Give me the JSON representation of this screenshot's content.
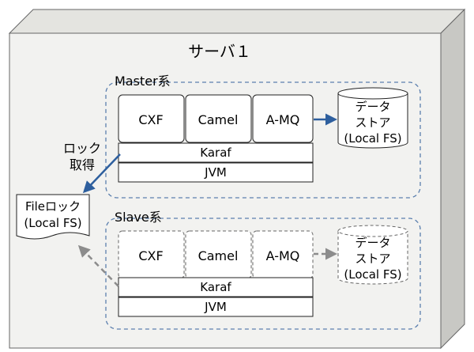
{
  "server": {
    "title": "サーバ１"
  },
  "master": {
    "label": "Master系",
    "components": [
      "CXF",
      "Camel",
      "A-MQ"
    ],
    "karaf": "Karaf",
    "jvm": "JVM",
    "datastore": [
      "データ",
      "ストア",
      "(Local FS)"
    ]
  },
  "slave": {
    "label": "Slave系",
    "components": [
      "CXF",
      "Camel",
      "A-MQ"
    ],
    "karaf": "Karaf",
    "jvm": "JVM",
    "datastore": [
      "データ",
      "ストア",
      "(Local FS)"
    ]
  },
  "lock_acquire": [
    "ロック",
    "取得"
  ],
  "file_lock": [
    "Fileロック",
    "(Local FS)"
  ],
  "colors": {
    "server_face": "#f2f2f0",
    "server_side": "#c8c8c4",
    "server_top": "#e4e4e0",
    "group_border": "#5b7fae",
    "active_arrow": "#2e5f9e",
    "inactive_arrow": "#8c8c8c",
    "box_border": "#222222"
  }
}
